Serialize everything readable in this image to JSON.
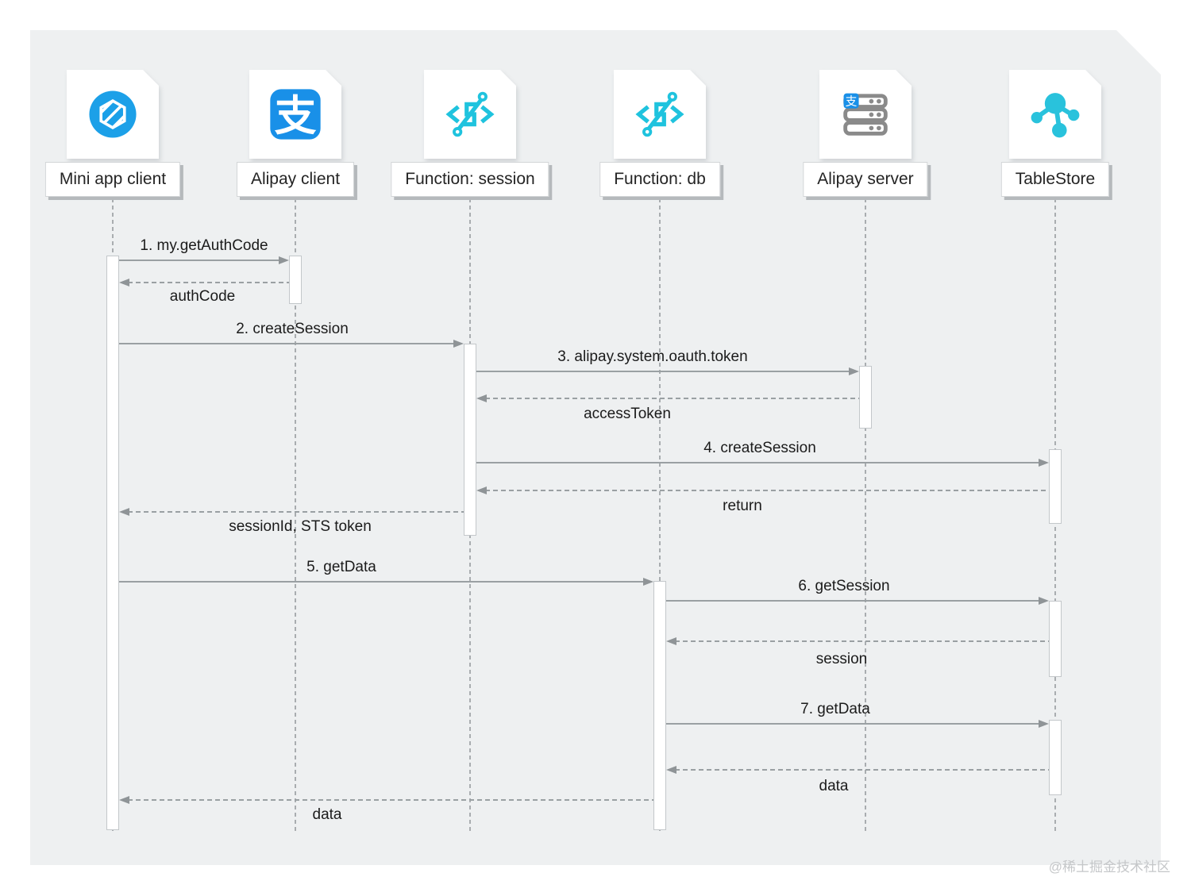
{
  "diagram": {
    "type": "sequence",
    "participants": [
      {
        "name": "Mini app client",
        "icon": "mini-app-icon"
      },
      {
        "name": "Alipay client",
        "icon": "alipay-icon"
      },
      {
        "name": "Function: session",
        "icon": "function-compute-icon"
      },
      {
        "name": "Function: db",
        "icon": "function-compute-icon"
      },
      {
        "name": "Alipay server",
        "icon": "alipay-server-icon"
      },
      {
        "name": "TableStore",
        "icon": "tablestore-icon"
      }
    ],
    "messages": [
      {
        "label": "1. my.getAuthCode",
        "from": "Mini app client",
        "to": "Alipay client",
        "line": "solid"
      },
      {
        "label": "authCode",
        "from": "Alipay client",
        "to": "Mini app client",
        "line": "dashed"
      },
      {
        "label": "2. createSession",
        "from": "Mini app client",
        "to": "Function: session",
        "line": "solid"
      },
      {
        "label": "3. alipay.system.oauth.token",
        "from": "Function: session",
        "to": "Alipay server",
        "line": "solid"
      },
      {
        "label": "accessToken",
        "from": "Alipay server",
        "to": "Function: session",
        "line": "dashed"
      },
      {
        "label": "4. createSession",
        "from": "Function: session",
        "to": "TableStore",
        "line": "solid"
      },
      {
        "label": "return",
        "from": "TableStore",
        "to": "Function: session",
        "line": "dashed"
      },
      {
        "label": "sessionId, STS token",
        "from": "Function: session",
        "to": "Mini app client",
        "line": "dashed"
      },
      {
        "label": "5. getData",
        "from": "Mini app client",
        "to": "Function: db",
        "line": "solid"
      },
      {
        "label": "6. getSession",
        "from": "Function: db",
        "to": "TableStore",
        "line": "solid"
      },
      {
        "label": "session",
        "from": "TableStore",
        "to": "Function: db",
        "line": "dashed"
      },
      {
        "label": "7. getData",
        "from": "Function: db",
        "to": "TableStore",
        "line": "solid"
      },
      {
        "label": "data",
        "from": "TableStore",
        "to": "Function: db",
        "line": "dashed"
      },
      {
        "label": "data",
        "from": "Function: db",
        "to": "Mini app client",
        "line": "dashed"
      }
    ]
  },
  "watermark": "@稀土掘金技术社区",
  "colors": {
    "mini_app_blue": "#1CA0E8",
    "alipay_blue": "#1990E8",
    "function_cyan": "#1FC3DE",
    "server_gray": "#8A8A8A",
    "tablestore_cyan": "#29C2DC",
    "arrow_gray": "#9aa0a3",
    "panel_bg": "#EEF0F1"
  }
}
